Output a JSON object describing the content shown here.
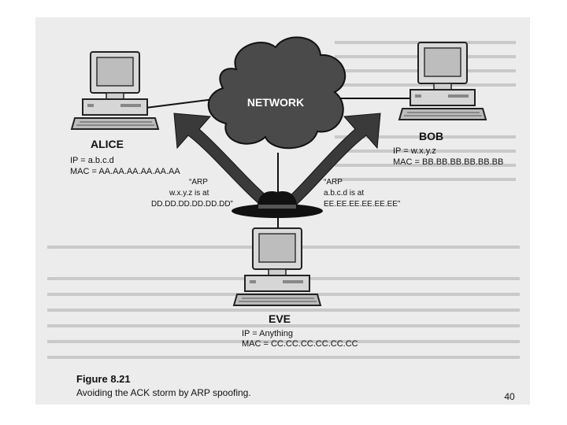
{
  "figure": {
    "network_label": "NETWORK",
    "alice": {
      "name": "ALICE",
      "ip": "IP = a.b.c.d",
      "mac": "MAC = AA.AA.AA.AA.AA.AA"
    },
    "bob": {
      "name": "BOB",
      "ip": "IP = w.x.y.z",
      "mac": "MAC = BB.BB.BB.BB.BB.BB"
    },
    "eve": {
      "name": "EVE",
      "ip": "IP = Anything",
      "mac": "MAC = CC.CC.CC.CC.CC.CC"
    },
    "arp_to_alice": {
      "line1": "“ARP",
      "line2": "w.x.y.z is at",
      "line3": "DD.DD.DD.DD.DD.DD”"
    },
    "arp_to_bob": {
      "line1": "“ARP",
      "line2": "a.b.c.d is at",
      "line3": "EE.EE.EE.EE.EE.EE”"
    }
  },
  "caption": {
    "number": "Figure 8.21",
    "text": "Avoiding the ACK storm by ARP spoofing."
  },
  "slide_number": "40"
}
